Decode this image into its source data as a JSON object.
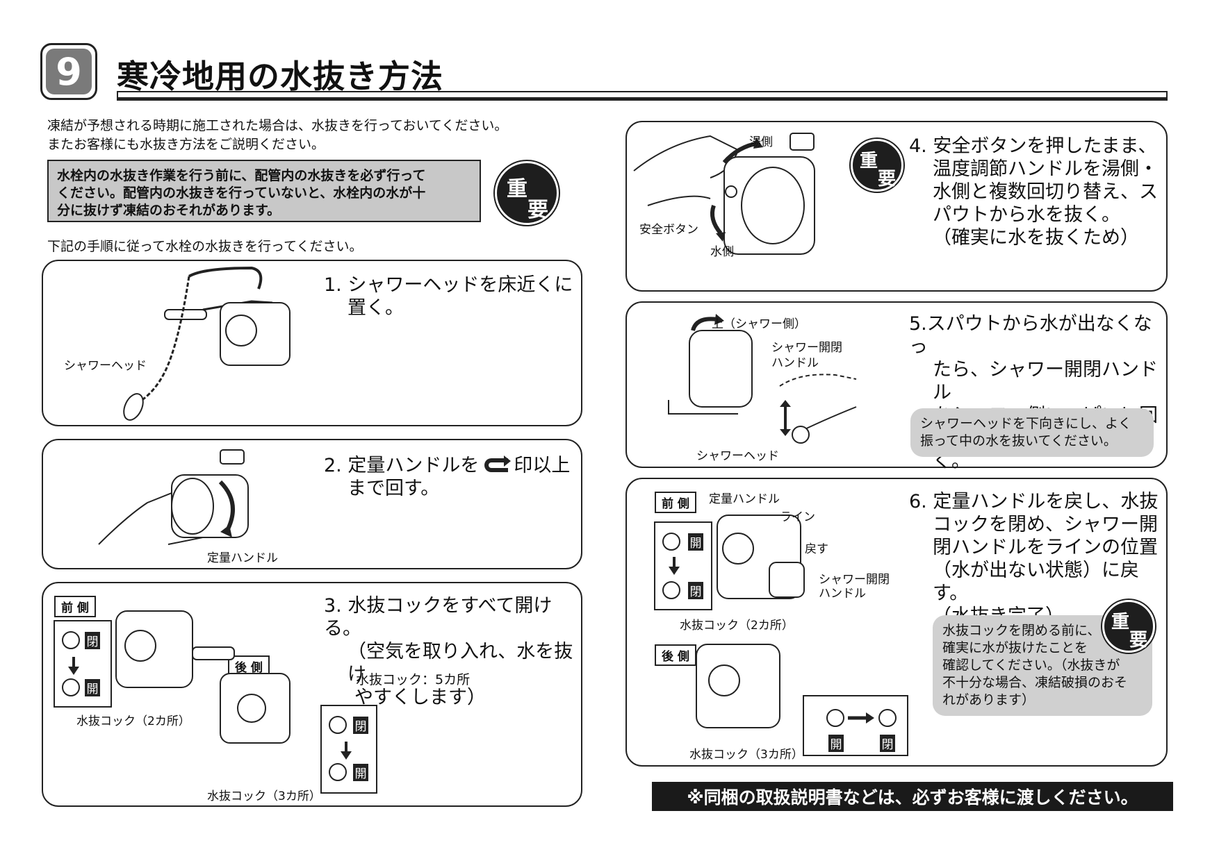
{
  "header": {
    "number": "9",
    "title": "寒冷地用の水抜き方法"
  },
  "intro": {
    "line1": "凍結が予想される時期に施工された場合は、水抜きを行っておいてください。",
    "line2": "またお客様にも水抜き方法をご説明ください。"
  },
  "warning": {
    "line1": "水栓内の水抜き作業を行う前に、配管内の水抜きを必ず行って",
    "line2": "ください。配管内の水抜きを行っていないと、水栓内の水が十",
    "line3": "分に抜けず凍結のおそれがあります。"
  },
  "important_badge": {
    "char1": "重",
    "char2": "要"
  },
  "subintro": "下記の手順に従って水栓の水抜きを行ってください。",
  "steps": {
    "s1": {
      "num": "1.",
      "line1": "シャワーヘッドを床近くに",
      "line2": "置く。",
      "label_showerhead": "シャワーヘッド"
    },
    "s2": {
      "num": "2.",
      "pre": "定量ハンドルを",
      "post": "印以上",
      "line2": "まで回す。",
      "label_handle": "定量ハンドル"
    },
    "s3": {
      "num": "3.",
      "line1": "水抜コックをすべて開ける。",
      "line2": "（空気を取り入れ、水を抜け",
      "line3": "やすくします）",
      "note": "水抜コック：5カ所",
      "tag_front": "前 側",
      "tag_back": "後 側",
      "label_cock2": "水抜コック（2カ所）",
      "label_cock3": "水抜コック（3カ所）",
      "closed": "閉",
      "open": "開"
    },
    "s4": {
      "num": "4.",
      "line1": "安全ボタンを押したまま、",
      "line2": "温度調節ハンドルを湯側・",
      "line3": "水側と複数回切り替え、ス",
      "line4": "パウトから水を抜く。",
      "line5": "（確実に水を抜くため）",
      "label_hot": "湯側",
      "label_safety": "安全ボタン",
      "label_cold": "水側"
    },
    "s5": {
      "num": "5.",
      "line1": "スパウトから水が出なくなっ",
      "line2": "たら、シャワー開閉ハンドル",
      "line3": "をシャワー側いっぱいに回",
      "line4": "して、ホース内の水を抜く。",
      "note1": "シャワーヘッドを下向きにし、よく",
      "note2": "振って中の水を抜いてください。",
      "label_up": "上（シャワー側）",
      "label_handle1": "シャワー開閉",
      "label_handle2": "ハンドル",
      "label_showerhead": "シャワーヘッド"
    },
    "s6": {
      "num": "6.",
      "line1": "定量ハンドルを戻し、水抜",
      "line2": "コックを閉め、シャワー開",
      "line3": "閉ハンドルをラインの位置",
      "line4": "（水が出ない状態）に戻す。",
      "line5": "（水抜き完了）",
      "note1": "水抜コックを閉める前に、",
      "note2": "確実に水が抜けたことを",
      "note3": "確認してください。（水抜きが",
      "note4": "不十分な場合、凍結破損のおそ",
      "note5": "れがあります）",
      "tag_front": "前 側",
      "tag_back": "後 側",
      "label_qty": "定量ハンドル",
      "label_line": "ライン",
      "label_return": "戻す",
      "label_handle1": "シャワー開閉",
      "label_handle2": "ハンドル",
      "label_cock2": "水抜コック（2カ所）",
      "label_cock3": "水抜コック（3カ所）",
      "closed": "閉",
      "open": "開"
    }
  },
  "bottom_note": "※同梱の取扱説明書などは、必ずお客様に渡しください。"
}
